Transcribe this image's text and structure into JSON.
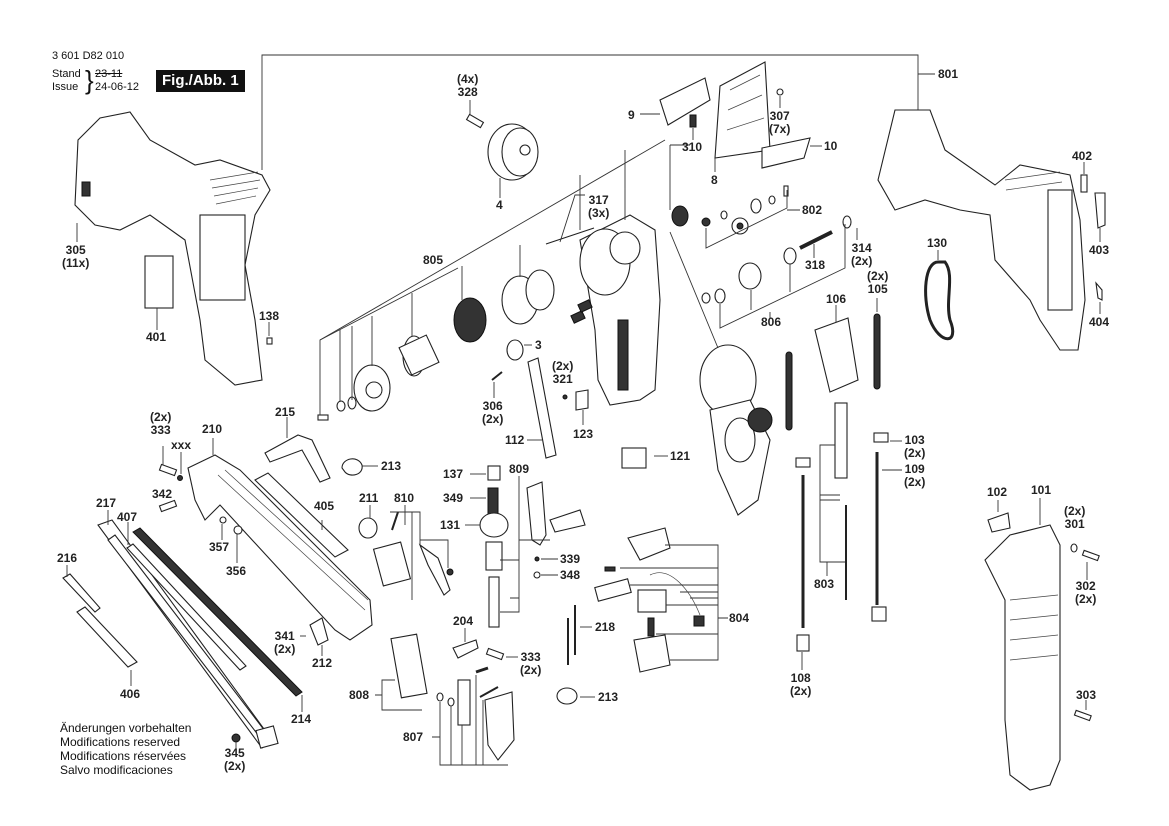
{
  "header": {
    "document_number": "3 601 D82 010",
    "stand_label": "Stand",
    "stand_date_struck": "23-11",
    "issue_label": "Issue",
    "issue_date": "24-06-12",
    "figure_label": "Fig./Abb. 1"
  },
  "notice_lines": [
    "Änderungen vorbehalten",
    "Modifications reserved",
    "Modifications réservées",
    "Salvo modificaciones"
  ],
  "callouts": {
    "c801": {
      "number": "801",
      "qty": ""
    },
    "c328": {
      "number": "328",
      "qty": "(4x)"
    },
    "c4": {
      "number": "4",
      "qty": ""
    },
    "c9": {
      "number": "9",
      "qty": ""
    },
    "c310": {
      "number": "310",
      "qty": ""
    },
    "c8": {
      "number": "8",
      "qty": ""
    },
    "c307": {
      "number": "307",
      "qty": "(7x)"
    },
    "c10": {
      "number": "10",
      "qty": ""
    },
    "c802": {
      "number": "802",
      "qty": ""
    },
    "c317": {
      "number": "317",
      "qty": "(3x)"
    },
    "c314": {
      "number": "314",
      "qty": "(2x)"
    },
    "c318": {
      "number": "318",
      "qty": ""
    },
    "c806": {
      "number": "806",
      "qty": ""
    },
    "c805": {
      "number": "805",
      "qty": ""
    },
    "c305": {
      "number": "305",
      "qty": "(11x)"
    },
    "c401": {
      "number": "401",
      "qty": ""
    },
    "c138": {
      "number": "138",
      "qty": ""
    },
    "c402": {
      "number": "402",
      "qty": ""
    },
    "c403": {
      "number": "403",
      "qty": ""
    },
    "c404": {
      "number": "404",
      "qty": ""
    },
    "c130": {
      "number": "130",
      "qty": ""
    },
    "c105": {
      "number": "105",
      "qty": "(2x)"
    },
    "c106": {
      "number": "106",
      "qty": ""
    },
    "c3": {
      "number": "3",
      "qty": ""
    },
    "c321": {
      "number": "321",
      "qty": "(2x)"
    },
    "c306": {
      "number": "306",
      "qty": "(2x)"
    },
    "c123": {
      "number": "123",
      "qty": ""
    },
    "c112": {
      "number": "112",
      "qty": ""
    },
    "c121": {
      "number": "121",
      "qty": ""
    },
    "c103": {
      "number": "103",
      "qty": "(2x)"
    },
    "c109": {
      "number": "109",
      "qty": "(2x)"
    },
    "c333a": {
      "number": "333",
      "qty": "(2x)"
    },
    "cxxx": {
      "number": "xxx",
      "qty": ""
    },
    "c210": {
      "number": "210",
      "qty": ""
    },
    "c215": {
      "number": "215",
      "qty": ""
    },
    "c213a": {
      "number": "213",
      "qty": ""
    },
    "c342": {
      "number": "342",
      "qty": ""
    },
    "c217": {
      "number": "217",
      "qty": ""
    },
    "c407": {
      "number": "407",
      "qty": ""
    },
    "c405": {
      "number": "405",
      "qty": ""
    },
    "c211": {
      "number": "211",
      "qty": ""
    },
    "c810": {
      "number": "810",
      "qty": ""
    },
    "c357": {
      "number": "357",
      "qty": ""
    },
    "c356": {
      "number": "356",
      "qty": ""
    },
    "c216": {
      "number": "216",
      "qty": ""
    },
    "c137": {
      "number": "137",
      "qty": ""
    },
    "c809": {
      "number": "809",
      "qty": ""
    },
    "c349": {
      "number": "349",
      "qty": ""
    },
    "c131": {
      "number": "131",
      "qty": ""
    },
    "c339": {
      "number": "339",
      "qty": ""
    },
    "c348": {
      "number": "348",
      "qty": ""
    },
    "c804": {
      "number": "804",
      "qty": ""
    },
    "c803": {
      "number": "803",
      "qty": ""
    },
    "c102": {
      "number": "102",
      "qty": ""
    },
    "c101": {
      "number": "101",
      "qty": ""
    },
    "c301": {
      "number": "301",
      "qty": "(2x)"
    },
    "c302": {
      "number": "302",
      "qty": "(2x)"
    },
    "c341": {
      "number": "341",
      "qty": "(2x)"
    },
    "c212": {
      "number": "212",
      "qty": ""
    },
    "c406": {
      "number": "406",
      "qty": ""
    },
    "c204": {
      "number": "204",
      "qty": ""
    },
    "c218": {
      "number": "218",
      "qty": ""
    },
    "c333b": {
      "number": "333",
      "qty": "(2x)"
    },
    "c808": {
      "number": "808",
      "qty": ""
    },
    "c214": {
      "number": "214",
      "qty": ""
    },
    "c213b": {
      "number": "213",
      "qty": ""
    },
    "c108": {
      "number": "108",
      "qty": "(2x)"
    },
    "c807": {
      "number": "807",
      "qty": ""
    },
    "c345": {
      "number": "345",
      "qty": "(2x)"
    },
    "c303": {
      "number": "303",
      "qty": ""
    }
  }
}
